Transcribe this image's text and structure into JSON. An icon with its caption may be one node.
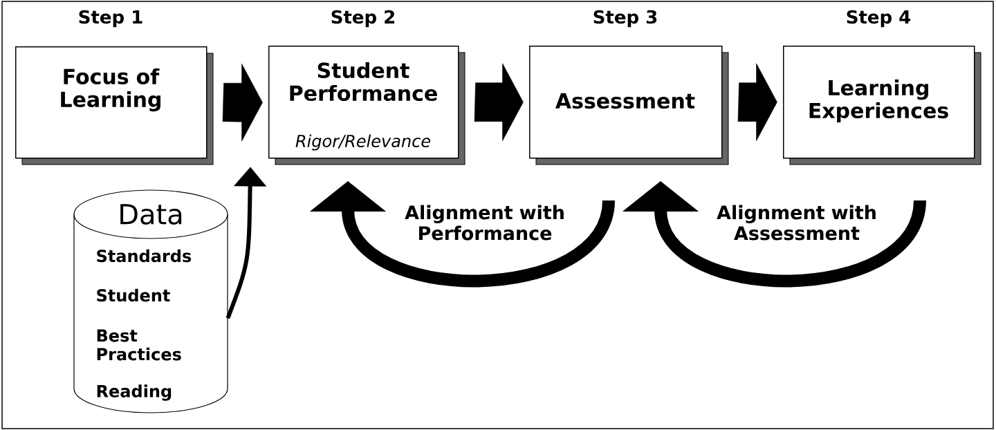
{
  "diagram": {
    "nodes": [
      {
        "text": [
          "Step 1",
          "Focus of Learning"
        ]
      },
      {
        "text": [
          "Step 2",
          "Student Performance",
          "Rigor/Relevance"
        ]
      },
      {
        "text": [
          "Step 3",
          "Assessment"
        ]
      },
      {
        "text": [
          "Step 4",
          "Learning Experiences"
        ]
      },
      {
        "text": [
          "Data",
          "Standards",
          "Student",
          "Best Practices",
          "Reading"
        ]
      }
    ],
    "edges": [
      {
        "from": 0,
        "to": 1,
        "arrow": "to",
        "style": "thick"
      },
      {
        "from": 1,
        "to": 2,
        "arrow": "to",
        "style": "thick"
      },
      {
        "from": 2,
        "to": 3,
        "arrow": "to",
        "style": "thick"
      },
      {
        "from": 4,
        "to": 1,
        "arrow": "to"
      },
      {
        "from": 2,
        "to": 1,
        "arrow": "to",
        "label": "Alignment with Performance"
      },
      {
        "from": 3,
        "to": 2,
        "arrow": "to",
        "label": "Alignment with Assessment"
      }
    ]
  }
}
